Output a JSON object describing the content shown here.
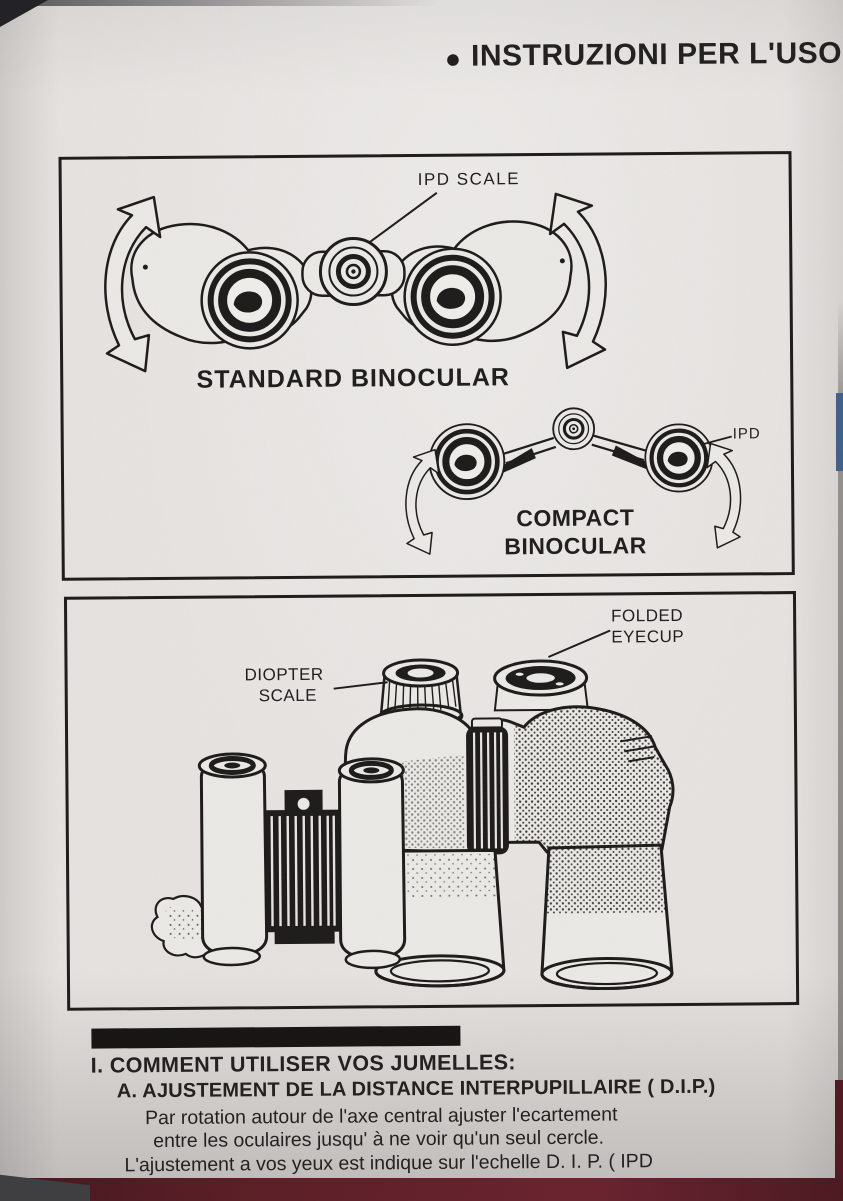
{
  "header": {
    "bullet": "●",
    "title": "INSTRUZIONI PER L'USO"
  },
  "figure_top": {
    "ipd_scale_label": "IPD SCALE",
    "standard_binocular_label": "STANDARD BINOCULAR",
    "compact_label_line1": "COMPACT",
    "compact_label_line2": "BINOCULAR",
    "ipd_label": "IPD"
  },
  "figure_bottom": {
    "folded_eyecup_line1": "FOLDED",
    "folded_eyecup_line2": "EYECUP",
    "diopter_line1": "DIOPTER",
    "diopter_line2": "SCALE"
  },
  "instructions": {
    "section_heading": "I. COMMENT UTILISER VOS JUMELLES:",
    "subsection_heading": "A. AJUSTEMENT DE LA DISTANCE INTERPUPILLAIRE ( D.I.P.)",
    "paragraph_line1": "Par rotation autour de l'axe central ajuster l'ecartement",
    "paragraph_line2": "entre les oculaires jusqu' à ne voir qu'un seul cercle.",
    "paragraph_line3": "L'ajustement a vos yeux est indique sur l'echelle D. I. P. ( IPD"
  },
  "colors": {
    "paper": "#e6e3e0",
    "ink": "#1f1d1b",
    "table_red": "#5d1f27",
    "edge_blue": "#41628c"
  }
}
